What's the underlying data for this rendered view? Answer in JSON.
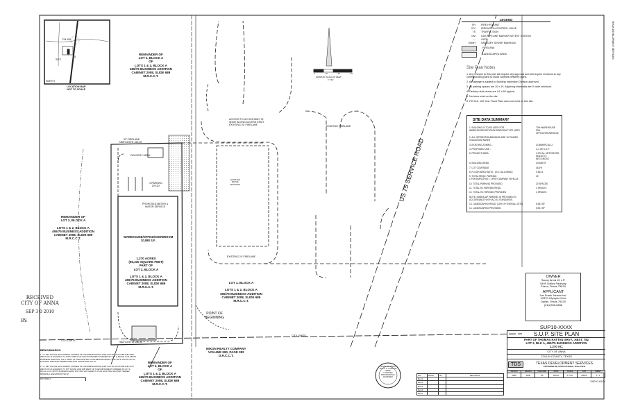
{
  "location_map": {
    "labels": [
      "FM 455",
      "SITE",
      "75",
      "NORTH"
    ],
    "caption": "LOCATION MAP\nNOT TO SCALE"
  },
  "parcels": {
    "remainder_top": "REMAINDER OF\nLOT 2, BLOCK A\nOF\nLOTS 1 & 2, BLOCK A\n455/75 BUSINESS ADDITION\nCABINET 2008, SLIDE 689\nM.R.C.C.T.",
    "remainder_left": "REMAINDER OF\nLOT 2, BLOCK A\n\nLOTS 1 & 2, BLOCK A\n455/75 BUSINESS ADDITION\nCABINET 2008, SLIDE 689\nM.R.C.C.T.",
    "remainder_bottom": "REMAINDER OF\nLOT 2, BLOCK A\nOF\nLOTS 1 & 2, BLOCK A\n455/75 BUSINESS ADDITION\nCABINET 2008, SLIDE 689\nM.R.C.C.T.",
    "lot1": "LOT 1, BLOCK A\n\nLOTS 1 & 2, BLOCK A\n455/75 BUSINESS ADDITION\nCABINET 2008, SLIDE 689\nM.R.C.C.T.",
    "site": "1.270 ACRES\n(55,330 SQUARE FEET)\nPART OF\nLOT 2, BLOCK A\n\nLOTS 1 & 2, BLOCK A\n455/75 BUSINESS ADDITION\nCABINET 2008, SLIDE 689\nM.R.C.C.T.",
    "mixon": "MIXON REALTY COMPANY\nVOLUME 590, PAGE 382\nD.R.C.C.T."
  },
  "site_labels": {
    "building": "WAREHOUSE/OFFICE/SHOWROOM\n20,088 S.F.",
    "delivery_area": "DELIVERY AREA",
    "parking": "4 PARKING\n20'X10'",
    "fire_lane_30": "30' FIRELANE",
    "access": "ACCESS TO US HIGHWAY 75\n@400' ALONG ACCESS ESMT.\nEXISTING 30' FIRELANE",
    "existing_fireland_24": "EXISTING 24' FIRELANE",
    "existing_building": "EXISTING\nRETAIL\nBUILDING",
    "existing_firelane": "EXISTING FIRELANE",
    "point_of_beginning": "POINT OF\nBEGINNING",
    "city_limits": "CITY LIMITS",
    "road": "US 75 SERVICE ROAD",
    "bearing_top": "N88°43'30\"E  150.00'",
    "bearing_bottom": "S88°43'30\"W  150.00'",
    "meter": "PROPOSED METER &\nWATER SERVICE"
  },
  "scale": {
    "label": "GRAPHIC SCALE IN FEET",
    "ticks": [
      "0",
      "15",
      "30",
      "60"
    ],
    "ratio": "1\"=30'"
  },
  "legend": {
    "title": "LEGEND",
    "items": [
      {
        "key": "FH",
        "label": "FIRE HYDRANT"
      },
      {
        "key": "ICV",
        "label": "IRRIGATION CONTROL VALVE"
      },
      {
        "key": "TS",
        "label": "TRAFFIC SIGN"
      },
      {
        "key": "GM",
        "label": "GAS PIPELINE MARKER W/TEST STATION"
      },
      {
        "key": "—",
        "label": "GATE"
      },
      {
        "key": "SSMH",
        "label": "SANITARY SEWER MANHOLE"
      },
      {
        "key": "",
        "label": "FIRELANE"
      },
      {
        "key": "",
        "label": "LANDSCAPED AREA"
      }
    ]
  },
  "site_plan_notes": {
    "title": "Site Plan Notes",
    "items": [
      "1.  Any revision to this plan will require city approval and will require revisions to any corresponding plans to avoid conflicts between plans.",
      "2.  All signage is subject to Building Inspection Division approval.",
      "3.  All parking spaces are 20 x 10. Adjoining sidewalks are 5' wide minimum.",
      "4.  Delivery dock areas are 14' x 60' typical.",
      "5.  No trees exist on the site.",
      "6.  F.E.M.A. 100 Year Flood Plain does not exist on this site."
    ]
  },
  "site_data_summary": {
    "title": "SITE DATA SUMMARY",
    "rows": [
      [
        "1. BUILDING IS TO BE USED FOR WAREHOUSE/OFFICE/SHOWROOM TYPE USES.",
        "70% WAREHOUSE\n30% OFFICE/SHOWROOM"
      ],
      [
        "2. ALL INTERIOR DUMB BAGS ARE 10' RAISED STACKINGS WATER",
        ""
      ],
      [
        "3. EXISTING ZONING -",
        "COMMERCIAL 2"
      ],
      [
        "4. PROPOSED USE -",
        "C-2 W/ S.U.P."
      ],
      [
        "5. PROJECT AREA",
        "1.270 Ac. NET/GROSS\n55,330 S.F. NET/GROSS"
      ],
      [
        "6. BUILDING AREA",
        "20,088 SF"
      ],
      [
        "7. LOT COVERAGE",
        "36.3%"
      ],
      [
        "8. FLOOR AREA RATIO - (9.5:1 ALLOWED)",
        "0.363:1"
      ],
      [
        "9. TOTAL REQD. PARKING\n1 PER EMPLOYEE / 1 PER COMPANY VEHICLE",
        "20"
      ],
      [
        "10. TOTAL PARKING PROVIDED",
        "20 SPACES"
      ],
      [
        "11. TOTAL HC PARKING REQD.",
        "1 SPACES"
      ],
      [
        "12. TOTAL HC PARKING PROVIDED",
        "2 SPACES"
      ],
      [
        "NOTE: HANDICAP PARKING IS PROVIDED IN ACCORDANCE WITH A.D.A. STANDARDS.",
        ""
      ],
      [
        "13. LANDSCAPING REQD. (10% OF OVERALL SITE)",
        "5,533 SF"
      ],
      [
        "14. LANDSCAPING PROVIDED",
        "5,901 SF"
      ]
    ]
  },
  "owner": {
    "title": "OWNER",
    "lines": "Savoy Anna 15 L.P.\n5400 Dallas Parkway\nFrisco, Texas 75034"
  },
  "applicant": {
    "title": "APPLICANT",
    "lines": "Joe Frank Jansen Inc.\n10370 Olympic Drive\nDallas, Texas 75220\n(214)765-6836"
  },
  "title_block": {
    "case_no": "SUP10-XXXX",
    "title": "S.U.P. SITE PLAN",
    "description": "PART OF THOMAS RATTAN SRVY., ABST. 782\nLOT 2, BLK A, 455/75 BUSINESS ADDITION\n1.270 AC.",
    "city": "CITY OF ANNA",
    "county": "COLLIN COUNTY, TEXAS",
    "firm_logo": "TDS",
    "firm": "TEXAS DEVELOPMENT SERVICES",
    "firm_address": "4300 SIGMA RD, SUITE 100  Dallas, Texas 75244",
    "headers": [
      "DESIGN",
      "DRAWN",
      "CHECKED",
      "DATE",
      "SCALE",
      "JOB",
      "SHEET"
    ],
    "values": [
      "MJB",
      "MJB",
      "SC",
      "9/5/10",
      "1\"=30'",
      "10003",
      "1 / 1"
    ],
    "footer": "SUP10-XXXX",
    "side_text": "TEXAS DEVELOPMENT SERVICES"
  },
  "revisions": {
    "headers": [
      "NO.",
      "DATE",
      "BY",
      "REVISION"
    ],
    "rows": [
      "Rev1",
      "Rev2",
      "Rev3",
      "Rev4",
      "Rev5"
    ]
  },
  "stamp": {
    "lines": [
      "RECEIVED",
      "CITY OF ANNA",
      "SEP 3 0 2010",
      "BY:"
    ]
  },
  "seal": {
    "text": "STATE OF TEXAS\nSCOTT S. CARLTON\n80856\nLICENSED\nPROFESSIONAL ENGINEER"
  },
  "benchmarks": {
    "title": "BENCHMARKS:",
    "items": [
      "1. \"X\" SET ON THE SOUTHWEST CORNER OF CONCRETE PAVING ±530' SOUTH OF FM 455 AND ±365' WEST OF US HIGHWAY 75. ±22.5' NORTH OF THE SOUTHWEST CORNER OF LOT 1, BLOCK A OF 455/75 BUSINESS ADDITION, ±41.5' WEST OF THE EXISTING CONCRETE BUILDING, AND ±30.5' SOUTH OF AN EXISTING SANITARY SEWER MANHOLE.   ELEVATION=727.07'",
      "2. \"X\" SET ON THE SOUTHWEST CORNER OF CONCRETE PAVING ±480' SOUTH OF FM 455 AND ±470' WEST OF US HIGHWAY 75. ±57' SOUTH AND ±38' WEST OF THE NORTHWEST CORNER OF LOT 1, BLOCK A OF 455/75 BUSINESS ADDITION, ±88' SOUTHWEST OF AN EXISTING SANITARY SEWER MANHOLE.   ELEVATION=722.62'"
    ],
    "revised_label": "REVISED:"
  }
}
